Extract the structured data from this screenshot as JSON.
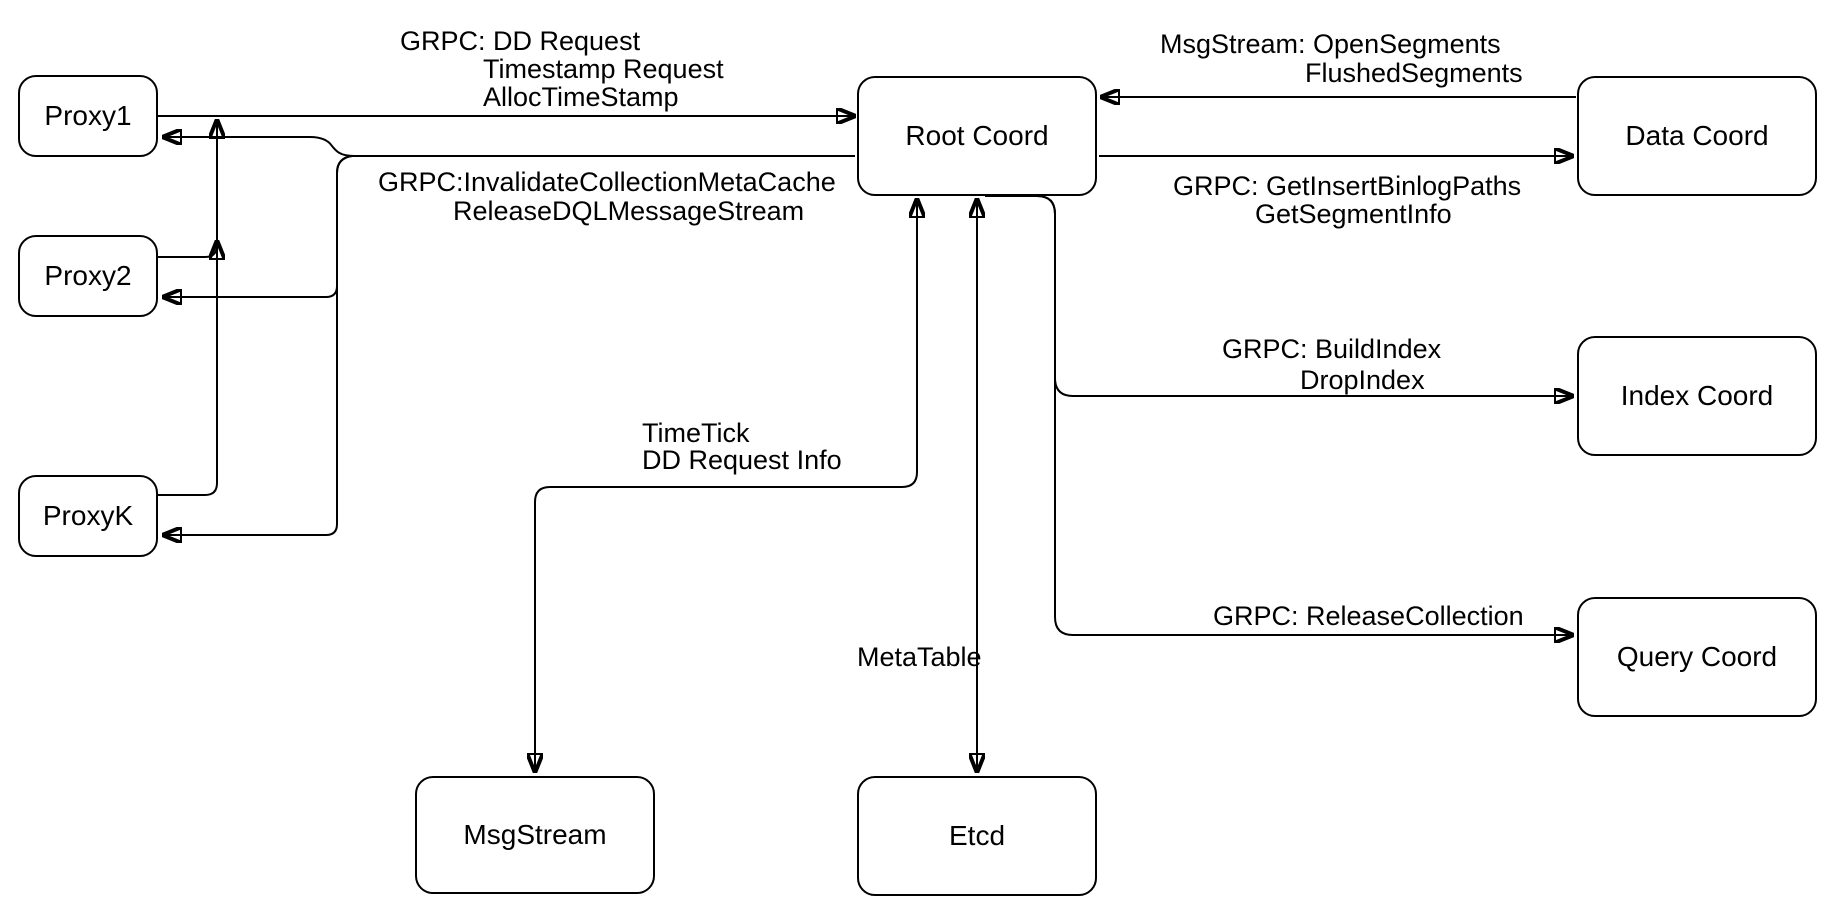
{
  "nodes": {
    "proxy1": {
      "label": "Proxy1"
    },
    "proxy2": {
      "label": "Proxy2"
    },
    "proxyk": {
      "label": "ProxyK"
    },
    "root_coord": {
      "label": "Root Coord"
    },
    "data_coord": {
      "label": "Data Coord"
    },
    "index_coord": {
      "label": "Index Coord"
    },
    "query_coord": {
      "label": "Query Coord"
    },
    "msgstream": {
      "label": "MsgStream"
    },
    "etcd": {
      "label": "Etcd"
    }
  },
  "edge_labels": {
    "proxies_to_root": {
      "line1": "GRPC: DD Request",
      "line2": "Timestamp Request",
      "line3": "AllocTimeStamp"
    },
    "root_to_proxies": {
      "line1": "GRPC:InvalidateCollectionMetaCache",
      "line2": "ReleaseDQLMessageStream"
    },
    "data_to_root": {
      "line1": "MsgStream: OpenSegments",
      "line2": "FlushedSegments"
    },
    "root_to_data": {
      "line1": "GRPC: GetInsertBinlogPaths",
      "line2": "GetSegmentInfo"
    },
    "root_to_index": {
      "line1": "GRPC: BuildIndex",
      "line2": "DropIndex"
    },
    "root_to_query": {
      "line1": "GRPC: ReleaseCollection"
    },
    "root_to_msgstream": {
      "line1": "TimeTick",
      "line2": "DD Request Info"
    },
    "root_to_etcd": {
      "line1": "MetaTable"
    }
  },
  "colors": {
    "stroke": "#000000",
    "background": "#ffffff",
    "text": "#000000"
  }
}
